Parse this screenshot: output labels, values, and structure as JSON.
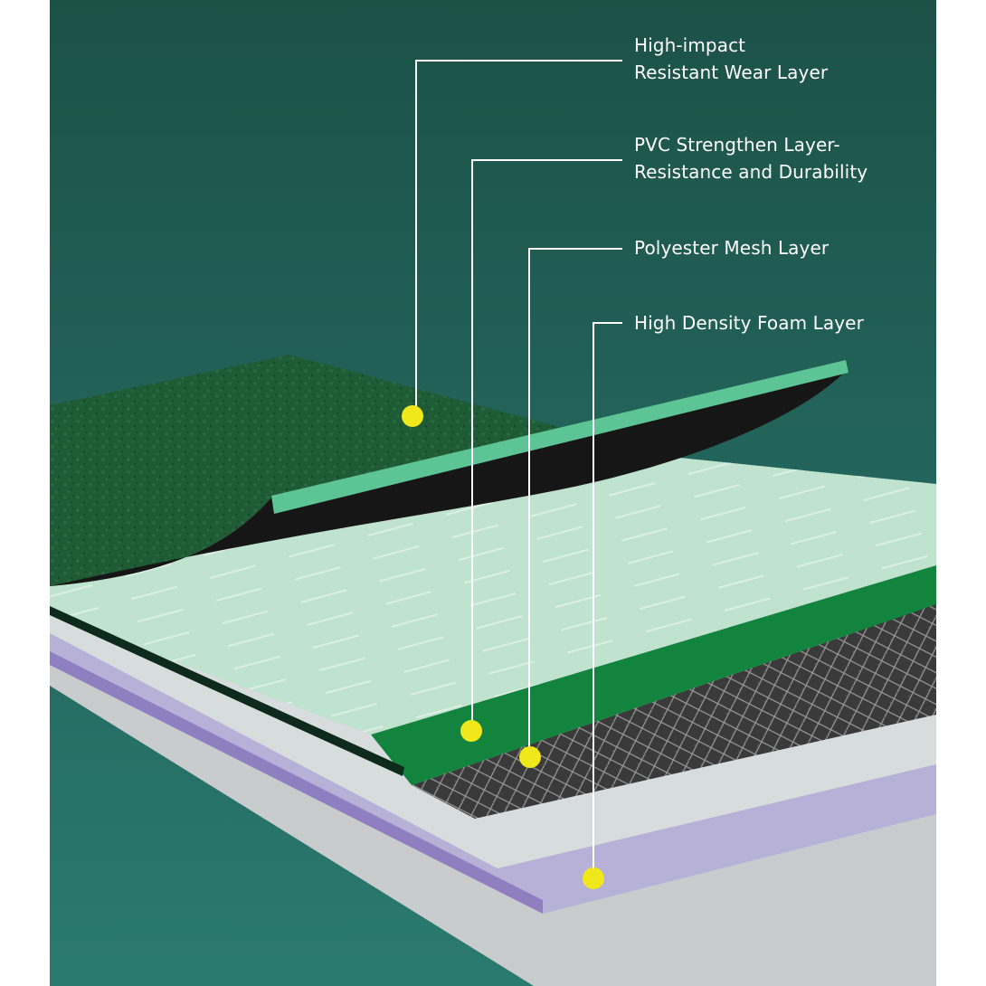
{
  "colors": {
    "background_top": "#1c5148",
    "background_bottom": "#2a7a70",
    "wear_layer": "#1f5b35",
    "wear_edge": "#5cc495",
    "pvc_green": "#12843d",
    "pvc_face": "#bfe3cf",
    "mesh_dark": "#3b3b3b",
    "light_sheet": "#d7dcdc",
    "foam": "#b7b1d8",
    "foam_edge": "#8f7fc0",
    "base": "#c9cccc",
    "leader_line": "#ffffff",
    "marker": "#f1e81b"
  },
  "layers": [
    {
      "name_lines": [
        "High-impact",
        "Resistant Wear Layer"
      ]
    },
    {
      "name_lines": [
        "PVC Strengthen Layer-",
        "Resistance and Durability"
      ]
    },
    {
      "name_lines": [
        "Polyester Mesh Layer"
      ]
    },
    {
      "name_lines": [
        "High Density Foam Layer"
      ]
    }
  ]
}
